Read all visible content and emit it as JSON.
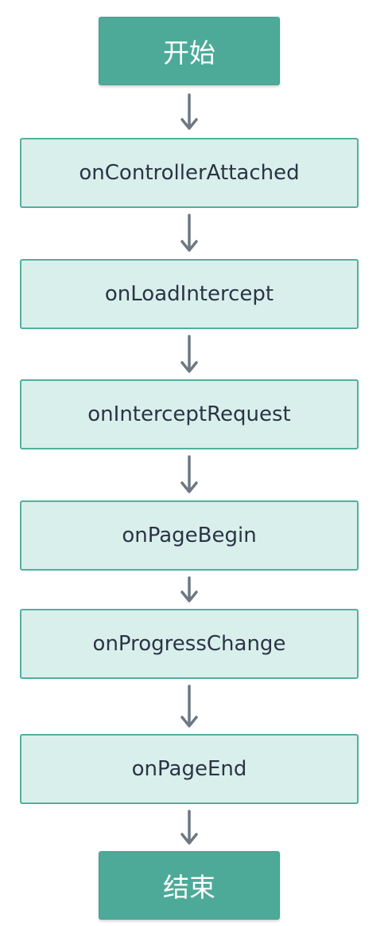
{
  "flow": {
    "start_label": "开始",
    "end_label": "结束",
    "steps": [
      "onControllerAttached",
      "onLoadIntercept",
      "onInterceptRequest",
      "onPageBegin",
      "onProgressChange",
      "onPageEnd"
    ]
  },
  "colors": {
    "terminal_fill": "#4daa98",
    "step_fill": "#d9efec",
    "step_border": "#52b09d",
    "arrow": "#6e7883",
    "text_dark": "#2b3445"
  }
}
